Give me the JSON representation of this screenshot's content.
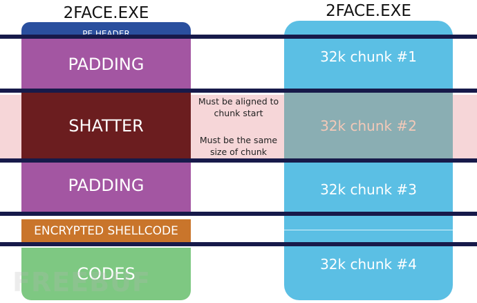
{
  "left": {
    "title": "2FACE.EXE",
    "pe_header": "PE HEADER",
    "padding_top": "PADDING",
    "shatter": "SHATTER",
    "padding_bottom": "PADDING",
    "encrypted_shellcode": "ENCRYPTED SHELLCODE",
    "codes": "CODES"
  },
  "right": {
    "title": "2FACE.EXE",
    "chunks": [
      "32k chunk #1",
      "32k chunk #2",
      "32k chunk #3",
      "32k chunk #4"
    ]
  },
  "notes": {
    "aligned": "Must be aligned to chunk start",
    "same_size": "Must be the same size of chunk"
  },
  "watermark": "FREEBUF",
  "colors": {
    "pe_header": "#2a4f9e",
    "padding": "#a356a2",
    "shatter": "#6b1d1f",
    "encrypted": "#c9752b",
    "codes": "#7ec882",
    "chunk": "#5bbfe4",
    "highlight": "#f6d6d8",
    "band": "#171a4a"
  }
}
